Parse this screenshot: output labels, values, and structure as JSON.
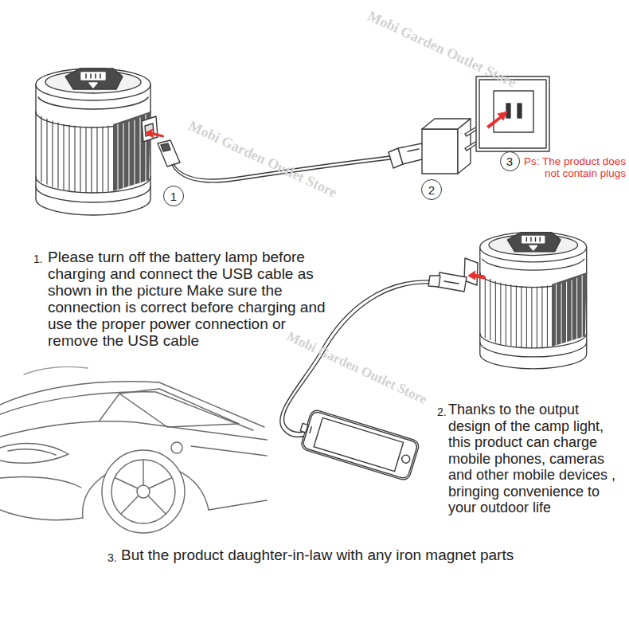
{
  "diagram": {
    "nodes": [
      {
        "text": [
          "1"
        ]
      },
      {
        "text": [
          "2"
        ]
      },
      {
        "text": [
          "3"
        ]
      }
    ],
    "labels": [
      "Ps: The product does not contain plugs",
      "1.",
      "Please turn off the battery lamp before charging and connect the USB cable as shown in the picture Make sure the connection is correct before charging and use the proper power connection or remove the USB cable",
      "2.",
      "Thanks to the output design of the camp light, this product can charge mobile phones, cameras and other mobile devices , bringing convenience to your outdoor life",
      "3.",
      "But the product daughter-in-law with any iron magnet parts",
      "Mobi Garden Outlet Store",
      "Mobi Garden Outlet Store",
      "Mobi Garden Outlet Store"
    ]
  }
}
